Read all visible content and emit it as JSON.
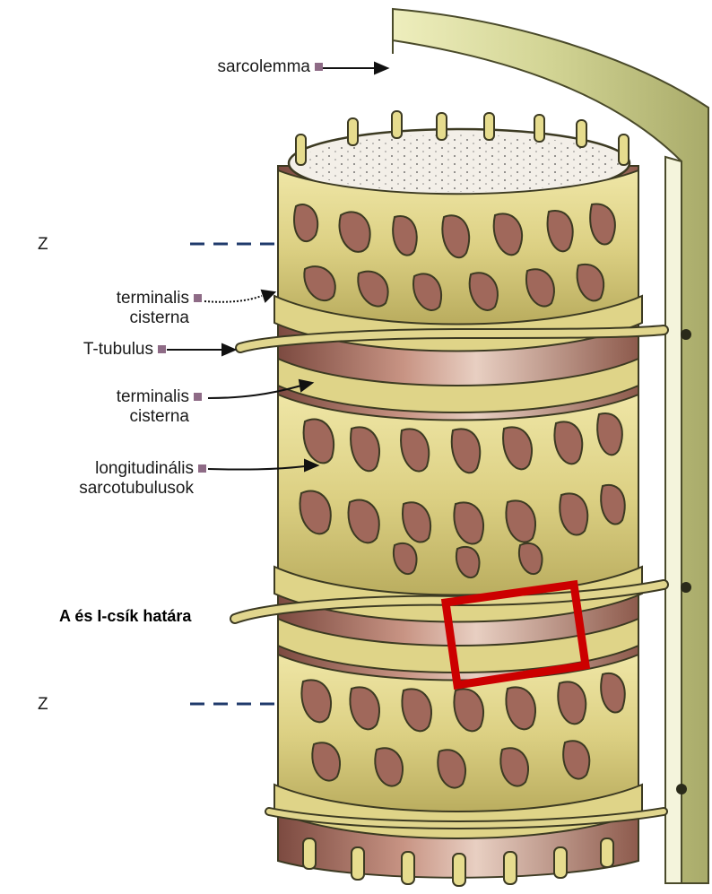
{
  "labels": {
    "sarcolemma": "sarcolemma",
    "z_top": "Z",
    "terminalis_1_line1": "terminalis",
    "terminalis_1_line2": "cisterna",
    "t_tubulus": "T-tubulus",
    "terminalis_2_line1": "terminalis",
    "terminalis_2_line2": "cisterna",
    "longitudinalis_line1": "longitudinális",
    "longitudinalis_line2": "sarcotubulusok",
    "a_i_border": "A és I-csík határa",
    "z_bottom": "Z"
  },
  "colors": {
    "network_fill": "#e6dc8e",
    "network_stroke": "#3c3a22",
    "muscle_dark": "#9a5f52",
    "muscle_light": "#d8b6a8",
    "sarcolemma_fill": "#d6d79a",
    "highlight_box": "#cc0000",
    "z_dash": "#1f3a6b",
    "bullet": "#8e6b86"
  },
  "icons": {
    "label_marker": "square-bullet-icon",
    "pointer": "arrow-right-icon"
  }
}
